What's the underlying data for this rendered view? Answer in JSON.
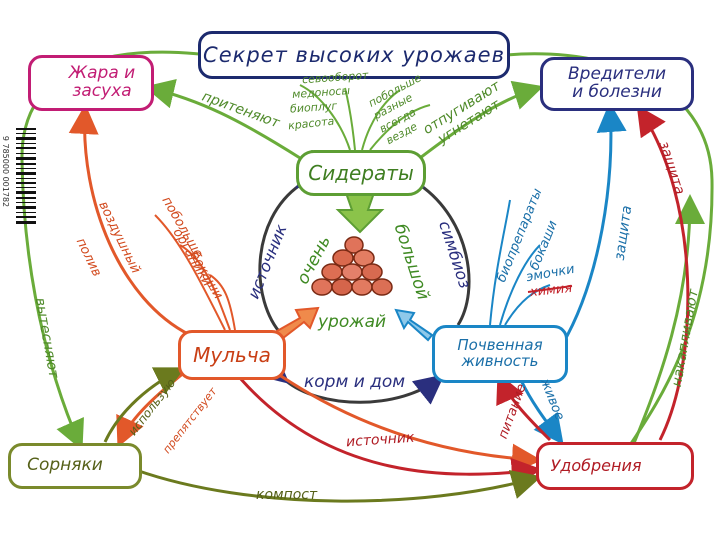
{
  "title": "Секрет высоких урожаев",
  "nodes": {
    "heat": "Жара и засуха",
    "pests": "Вредители и болезни",
    "siderates": "Сидераты",
    "mulch": "Мульча",
    "soil_life": "Почвенная живность",
    "weeds": "Сорняки",
    "fertilizer": "Удобрения"
  },
  "center": {
    "line1": "очень",
    "line2": "большой",
    "line3": "урожай"
  },
  "siderate_benefits": [
    "севооборот",
    "медоносы",
    "биоплуг",
    "красота",
    "побольше",
    "разные",
    "всегда",
    "везде"
  ],
  "mulch_items": [
    "побольше",
    "органики",
    "бокаши"
  ],
  "soil_items": [
    "биопрепараты",
    "бокаши",
    "эмочки"
  ],
  "soil_item_struck": "химия",
  "edge_labels": {
    "attract": "притеняют",
    "repel": "отпугивают",
    "suppress": "угнетают",
    "source_left": "источник",
    "symbiosis": "симбиоз",
    "air_water": "воздушный",
    "watering": "полив",
    "displace": "вытесняют",
    "use": "использую",
    "prevents": "препятствует",
    "source_bottom": "источник",
    "compost": "компост",
    "feeding": "питание",
    "living": "живое",
    "protection": "защита",
    "protection2": "защита",
    "accumulate": "накапливают",
    "feed_home": "корм и дом"
  },
  "barcode_number": "9 785000 001782",
  "colors": {
    "title": "#1c2a6e",
    "heat": "#c21d74",
    "pests": "#2a2f7e",
    "siderates": "#5d9e34",
    "mulch": "#e2582a",
    "soil": "#1a86c6",
    "weeds": "#7a8a2c",
    "fertilizer": "#c3232b"
  }
}
